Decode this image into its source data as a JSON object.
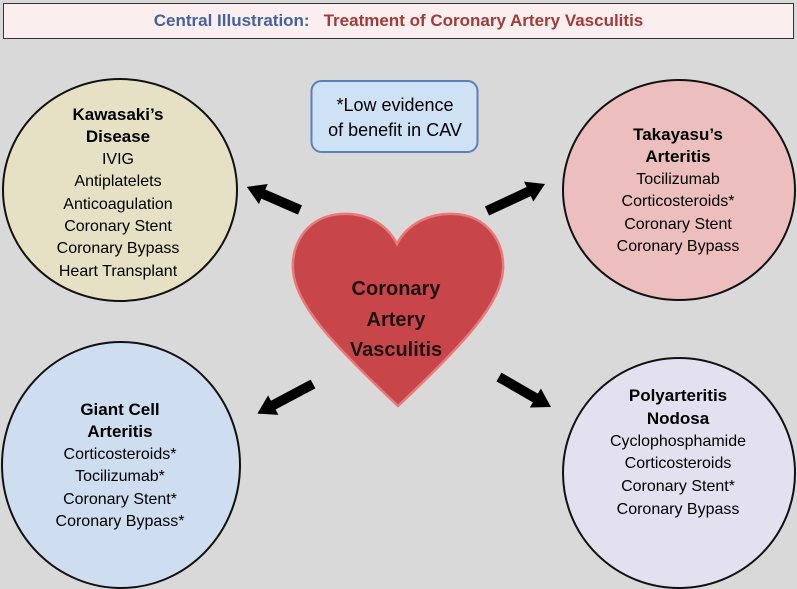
{
  "header": {
    "label": "Central Illustration:",
    "title": "Treatment of Coronary Artery Vasculitis"
  },
  "note": {
    "lines": [
      "*Low evidence",
      "of benefit in CAV"
    ]
  },
  "center": {
    "lines": [
      "Coronary",
      "Artery",
      "Vasculitis"
    ]
  },
  "conditions": [
    {
      "title_lines": [
        "Kawasaki’s",
        "Disease"
      ],
      "treatments": [
        "IVIG",
        "Antiplatelets",
        "Anticoagulation",
        "Coronary Stent",
        "Coronary Bypass",
        "Heart Transplant"
      ]
    },
    {
      "title_lines": [
        "Takayasu’s",
        "Arteritis"
      ],
      "treatments": [
        "Tocilizumab",
        "Corticosteroids*",
        "Coronary Stent",
        "Coronary Bypass"
      ]
    },
    {
      "title_lines": [
        "Giant Cell",
        "Arteritis"
      ],
      "treatments": [
        "Corticosteroids*",
        "Tocilizumab*",
        "Coronary Stent*",
        "Coronary Bypass*"
      ]
    },
    {
      "title_lines": [
        "Polyarteritis",
        "Nodosa"
      ],
      "treatments": [
        "Cyclophosphamide",
        "Corticosteroids",
        "Coronary Stent*",
        "Coronary Bypass"
      ]
    }
  ],
  "colors": {
    "background": "#d9d9d9",
    "header_fill": "#fbeeee",
    "header_label": "#44639a",
    "header_title": "#a23b3b",
    "kawasaki_fill": "#e6e1c4",
    "takayasu_fill": "#ecbebe",
    "giant_cell_fill": "#cfddf0",
    "polyarteritis_fill": "#e3e0f0",
    "heart_fill": "#c8464a",
    "heart_stroke": "#e97a7a",
    "note_fill": "#cfe1f4",
    "note_border": "#5d80b8",
    "arrow": "#000000"
  }
}
